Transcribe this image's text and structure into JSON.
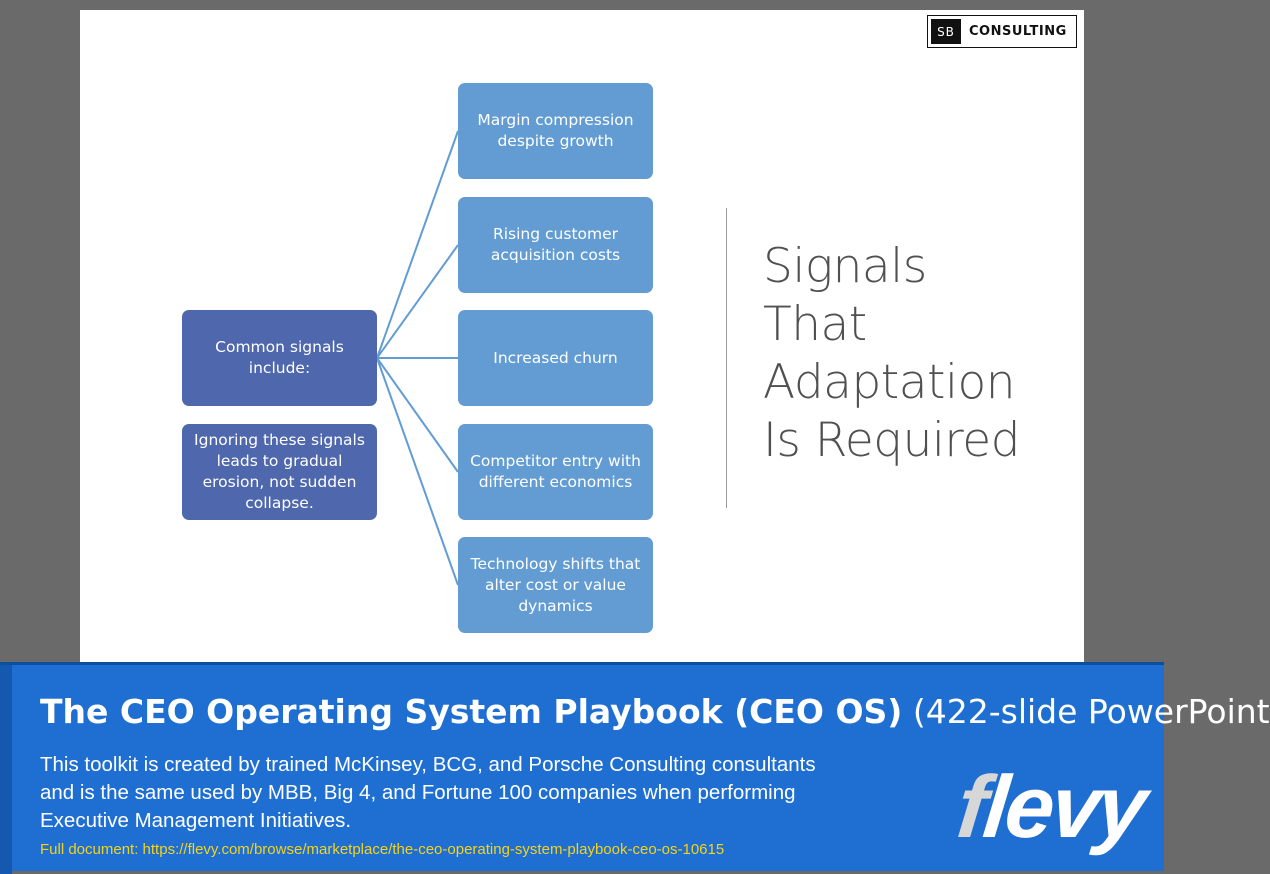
{
  "logo": {
    "mark": "SB",
    "text": "CONSULTING"
  },
  "diagram": {
    "source": {
      "label": "Common signals include:"
    },
    "note": {
      "label": "Ignoring these signals leads to gradual erosion, not sudden collapse."
    },
    "signals": [
      {
        "label": "Margin compression despite growth"
      },
      {
        "label": "Rising customer acquisition costs"
      },
      {
        "label": "Increased churn"
      },
      {
        "label": "Competitor entry with different economics"
      },
      {
        "label": "Technology shifts that alter cost or value dynamics"
      }
    ],
    "colors": {
      "dark_box": "#4e67ad",
      "light_box": "#629cd3",
      "connector": "#629cd3"
    }
  },
  "slide_title": {
    "lines": [
      "Signals",
      "That",
      "Adaptation",
      "Is Required"
    ]
  },
  "banner": {
    "title_bold": "The CEO Operating System Playbook (CEO OS)",
    "title_rest": " (422-slide PowerPoint",
    "description_lines": [
      "This toolkit is created by trained McKinsey, BCG, and Porsche Consulting consultants",
      "and is the same used by MBB, Big 4, and Fortune 100 companies when performing",
      "Executive Management Initiatives."
    ],
    "link": "Full document: https://flevy.com/browse/marketplace/the-ceo-operating-system-playbook-ceo-os-10615",
    "brand_first": "f",
    "brand_rest": "levy",
    "colors": {
      "background": "#1e6fd1",
      "link": "#f5d21c"
    }
  }
}
